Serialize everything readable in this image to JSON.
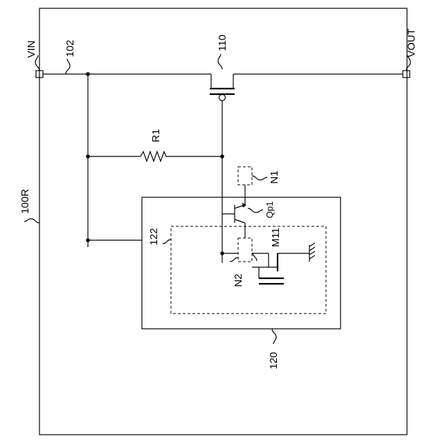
{
  "labels": {
    "vin": "VIN",
    "vout": "VOUT",
    "line_102": "102",
    "transistor_110": "110",
    "resistor_r1": "R1",
    "node_n1": "N1",
    "transistor_qp1": "Qp1",
    "block_122": "122",
    "transistor_m11": "M11",
    "node_n2": "N2",
    "device_100r": "100R",
    "block_120": "120"
  }
}
